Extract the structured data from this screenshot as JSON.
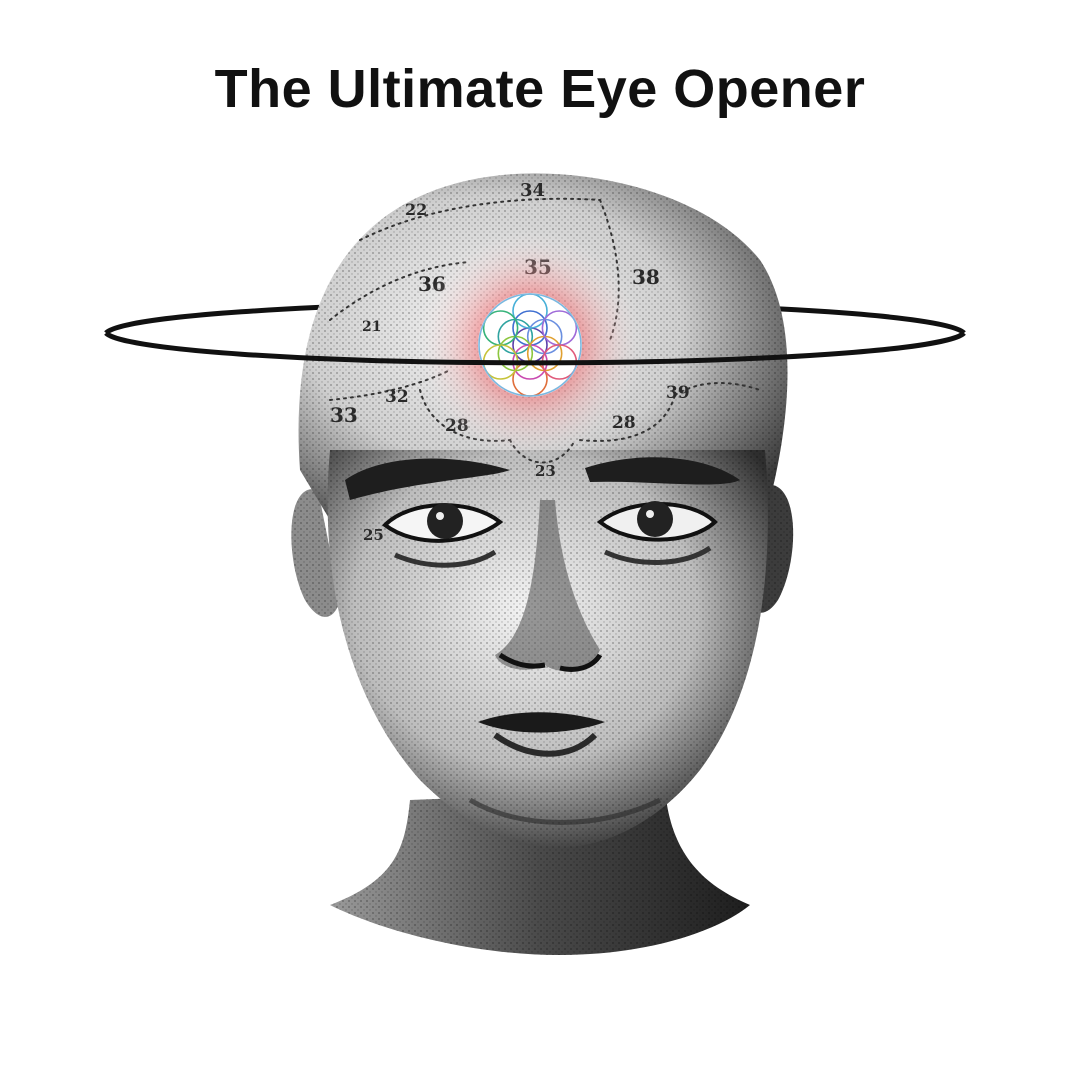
{
  "title": "The Ultimate Eye Opener",
  "colors": {
    "ink": "#1a1a1a",
    "glow": "#e8434a",
    "background": "#ffffff"
  },
  "phrenology_labels": [
    "34",
    "22",
    "36",
    "35",
    "38",
    "21",
    "32",
    "33",
    "28",
    "28",
    "23",
    "39",
    "25"
  ],
  "icons": {
    "center_symbol": "flower-of-life-icon",
    "ring": "halo-ring"
  }
}
